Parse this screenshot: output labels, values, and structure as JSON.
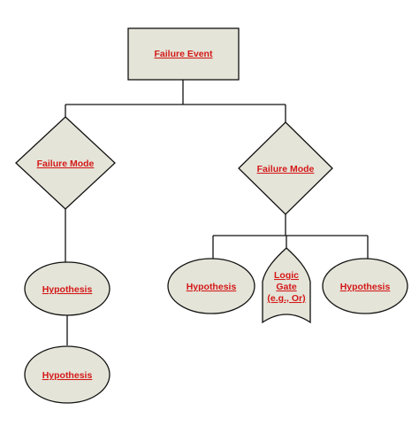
{
  "diagram": {
    "root": {
      "label": "Failure Event"
    },
    "left_mode": {
      "label": "Failure Mode"
    },
    "right_mode": {
      "label": "Failure Mode"
    },
    "left_hypothesis_1": {
      "label": "Hypothesis"
    },
    "left_hypothesis_2": {
      "label": "Hypothesis"
    },
    "right_hypothesis_1": {
      "label": "Hypothesis"
    },
    "logic_gate": {
      "lines": [
        "Logic",
        "Gate",
        "(e.g., Or)"
      ]
    },
    "right_hypothesis_2": {
      "label": "Hypothesis"
    }
  },
  "colors": {
    "shape_fill": "#e4e4d8",
    "stroke": "#111111",
    "label_text": "#d41818",
    "background": "#ffffff"
  }
}
